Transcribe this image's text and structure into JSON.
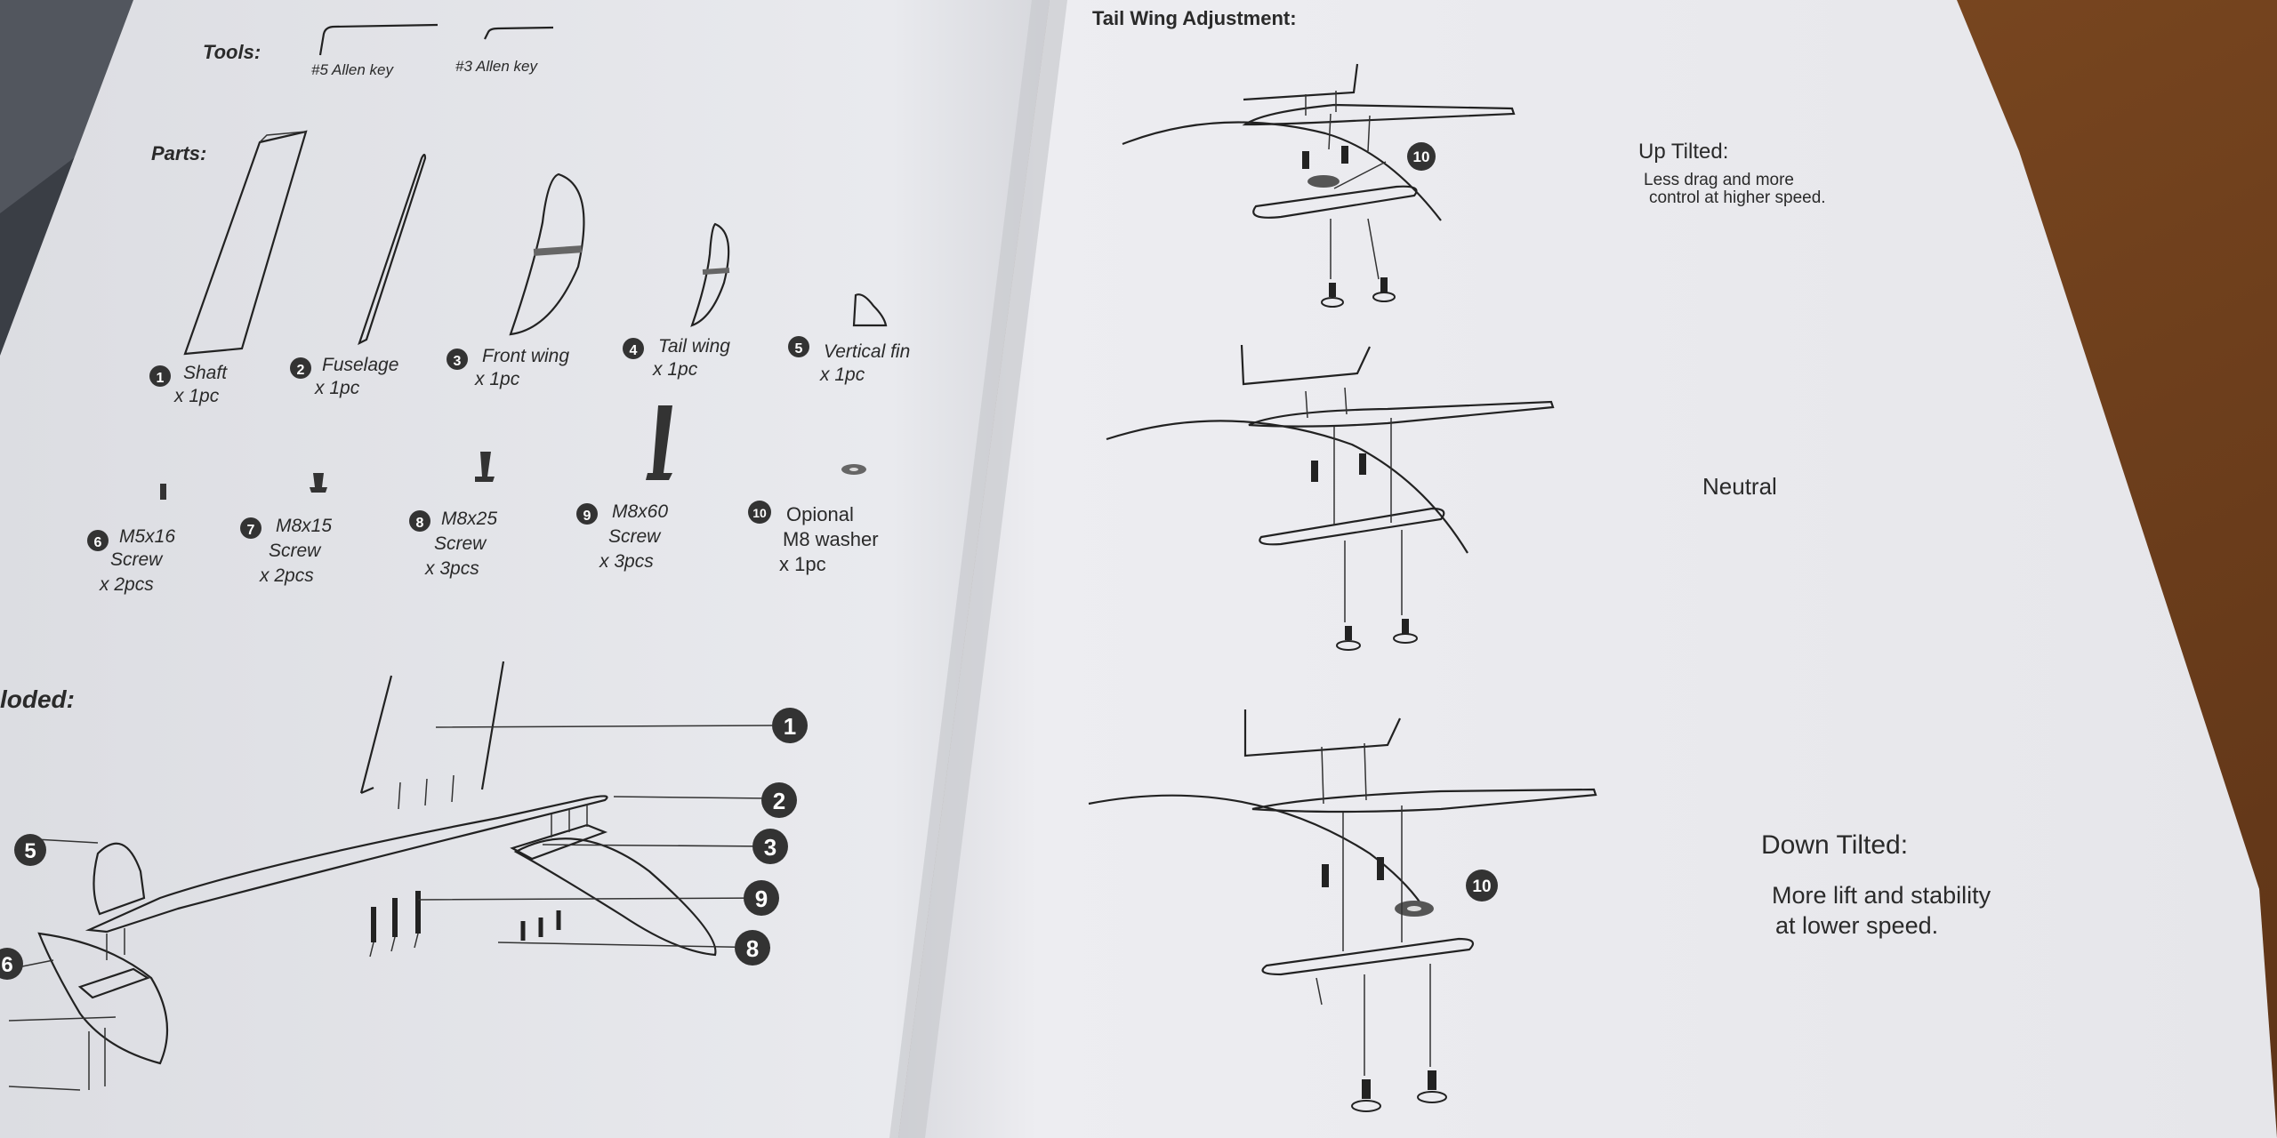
{
  "left_page": {
    "tools_heading": "Tools:",
    "tools": [
      {
        "label": "#5 Allen key"
      },
      {
        "label": "#3 Allen key"
      }
    ],
    "parts_heading": "Parts:",
    "parts": [
      {
        "num": "1",
        "name": "Shaft",
        "qty": "x 1pc"
      },
      {
        "num": "2",
        "name": "Fuselage",
        "qty": "x 1pc"
      },
      {
        "num": "3",
        "name": "Front wing",
        "qty": "x 1pc"
      },
      {
        "num": "4",
        "name": "Tail wing",
        "qty": "x 1pc"
      },
      {
        "num": "5",
        "name": "Vertical fin",
        "qty": "x 1pc"
      }
    ],
    "hardware": [
      {
        "num": "6",
        "name": "M5x16",
        "type": "Screw",
        "qty": "x 2pcs"
      },
      {
        "num": "7",
        "name": "M8x15",
        "type": "Screw",
        "qty": "x 2pcs"
      },
      {
        "num": "8",
        "name": "M8x25",
        "type": "Screw",
        "qty": "x 3pcs"
      },
      {
        "num": "9",
        "name": "M8x60",
        "type": "Screw",
        "qty": "x 3pcs"
      },
      {
        "num": "10",
        "name": "Opional",
        "type": "M8 washer",
        "qty": "x 1pc"
      }
    ],
    "exploded_heading": "loded:",
    "callouts": [
      "1",
      "2",
      "3",
      "9",
      "8"
    ],
    "side_callouts": [
      "5",
      "6"
    ]
  },
  "right_page": {
    "heading": "Tail Wing Adjustment:",
    "up": {
      "title": "Up Tilted:",
      "desc_line1": "Less drag and more",
      "desc_line2": "control at higher speed.",
      "badge": "10"
    },
    "neutral": {
      "title": "Neutral"
    },
    "down": {
      "title": "Down Tilted:",
      "desc_line1": "More lift and stability",
      "desc_line2": "at lower speed.",
      "badge": "10"
    }
  },
  "colors": {
    "table": "#7a4a22",
    "paper": "#ececf0",
    "ink": "#2a2a2a"
  }
}
